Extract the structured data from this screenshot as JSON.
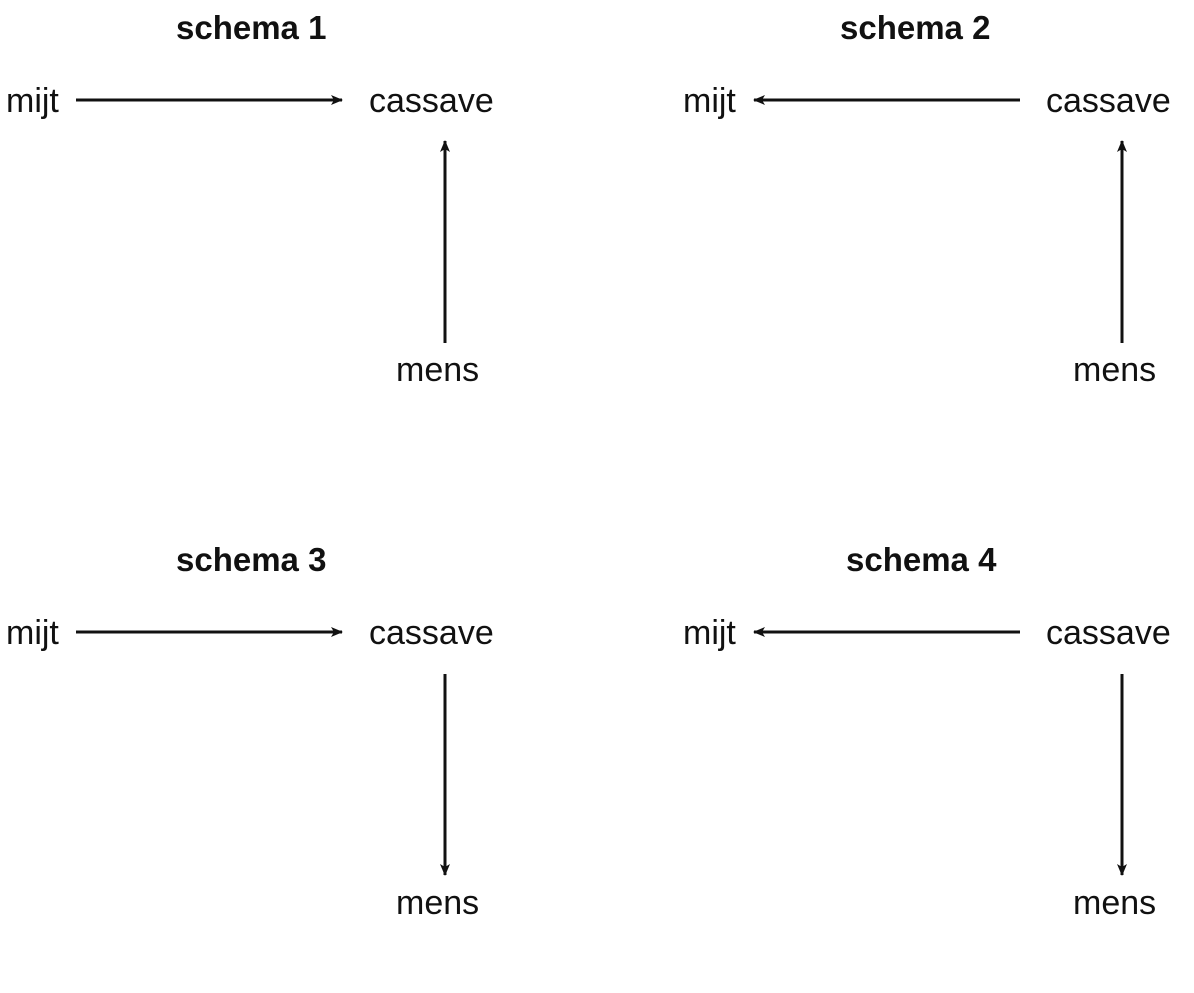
{
  "schemas": [
    {
      "title": "schema 1",
      "nodes": {
        "mijt": "mijt",
        "cassave": "cassave",
        "mens": "mens"
      },
      "edges": [
        {
          "from": "mijt",
          "to": "cassave"
        },
        {
          "from": "mens",
          "to": "cassave"
        }
      ]
    },
    {
      "title": "schema 2",
      "nodes": {
        "mijt": "mijt",
        "cassave": "cassave",
        "mens": "mens"
      },
      "edges": [
        {
          "from": "cassave",
          "to": "mijt"
        },
        {
          "from": "mens",
          "to": "cassave"
        }
      ]
    },
    {
      "title": "schema 3",
      "nodes": {
        "mijt": "mijt",
        "cassave": "cassave",
        "mens": "mens"
      },
      "edges": [
        {
          "from": "mijt",
          "to": "cassave"
        },
        {
          "from": "cassave",
          "to": "mens"
        }
      ]
    },
    {
      "title": "schema 4",
      "nodes": {
        "mijt": "mijt",
        "cassave": "cassave",
        "mens": "mens"
      },
      "edges": [
        {
          "from": "cassave",
          "to": "mijt"
        },
        {
          "from": "cassave",
          "to": "mens"
        }
      ]
    }
  ],
  "colors": {
    "line": "#111111",
    "text": "#111111",
    "background": "#ffffff"
  }
}
